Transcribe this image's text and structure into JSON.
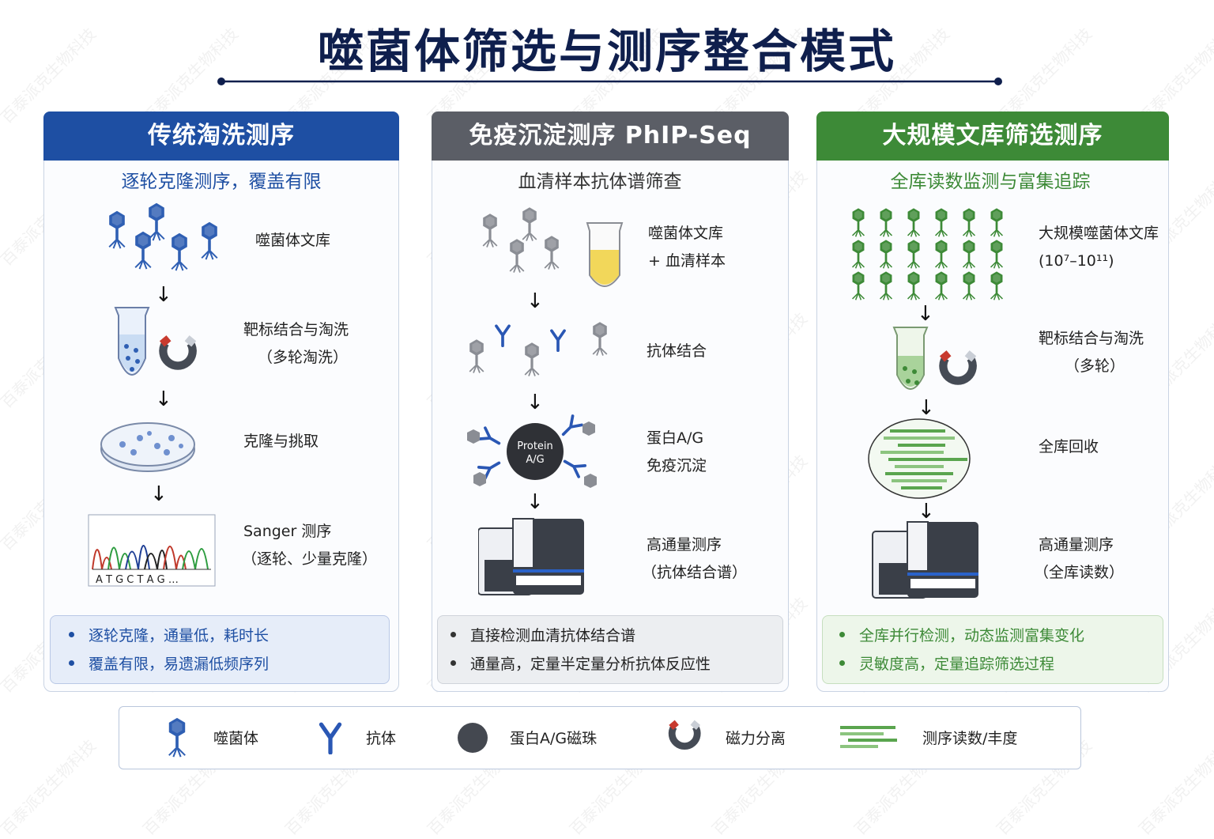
{
  "title": "噬菌体筛选与测序整合模式",
  "watermark": "百泰派克生物科技",
  "colors": {
    "blue": "#1e4fa3",
    "gray": "#5b5e66",
    "green": "#3d8a37",
    "navy": "#0f1f4d"
  },
  "panels": [
    {
      "header": "传统淘洗测序",
      "subtitle": "逐轮克隆测序，覆盖有限",
      "steps": [
        {
          "line1": "噬菌体文库",
          "line2": ""
        },
        {
          "line1": "靶标结合与淘洗",
          "line2": "（多轮淘洗）"
        },
        {
          "line1": "克隆与挑取",
          "line2": ""
        },
        {
          "line1": "Sanger 测序",
          "line2": "（逐轮、少量克隆）"
        }
      ],
      "chromatogram_bases": "A T G C T A G …",
      "bullets": [
        "逐轮克隆，通量低，耗时长",
        "覆盖有限，易遗漏低频序列"
      ]
    },
    {
      "header": "免疫沉淀测序 PhIP-Seq",
      "subtitle": "血清样本抗体谱筛查",
      "steps": [
        {
          "line1": "噬菌体文库",
          "line2": "+ 血清样本"
        },
        {
          "line1": "抗体结合",
          "line2": ""
        },
        {
          "line1": "蛋白A/G",
          "line2": "免疫沉淀"
        },
        {
          "line1": "高通量测序",
          "line2": "（抗体结合谱）"
        }
      ],
      "bead_label_1": "Protein",
      "bead_label_2": "A/G",
      "bullets": [
        "直接检测血清抗体结合谱",
        "通量高，定量半定量分析抗体反应性"
      ]
    },
    {
      "header": "大规模文库筛选测序",
      "subtitle": "全库读数监测与富集追踪",
      "steps": [
        {
          "line1": "大规模噬菌体文库",
          "line2": "(10⁷–10¹¹)"
        },
        {
          "line1": "靶标结合与淘洗",
          "line2": "（多轮）"
        },
        {
          "line1": "全库回收",
          "line2": ""
        },
        {
          "line1": "高通量测序",
          "line2": "（全库读数）"
        }
      ],
      "bullets": [
        "全库并行检测，动态监测富集变化",
        "灵敏度高，定量追踪筛选过程"
      ]
    }
  ],
  "legend": [
    {
      "icon": "phage-icon",
      "label": "噬菌体"
    },
    {
      "icon": "antibody-icon",
      "label": "抗体"
    },
    {
      "icon": "bead-icon",
      "label": "蛋白A/G磁珠"
    },
    {
      "icon": "magnet-icon",
      "label": "磁力分离"
    },
    {
      "icon": "reads-icon",
      "label": "测序读数/丰度"
    }
  ]
}
